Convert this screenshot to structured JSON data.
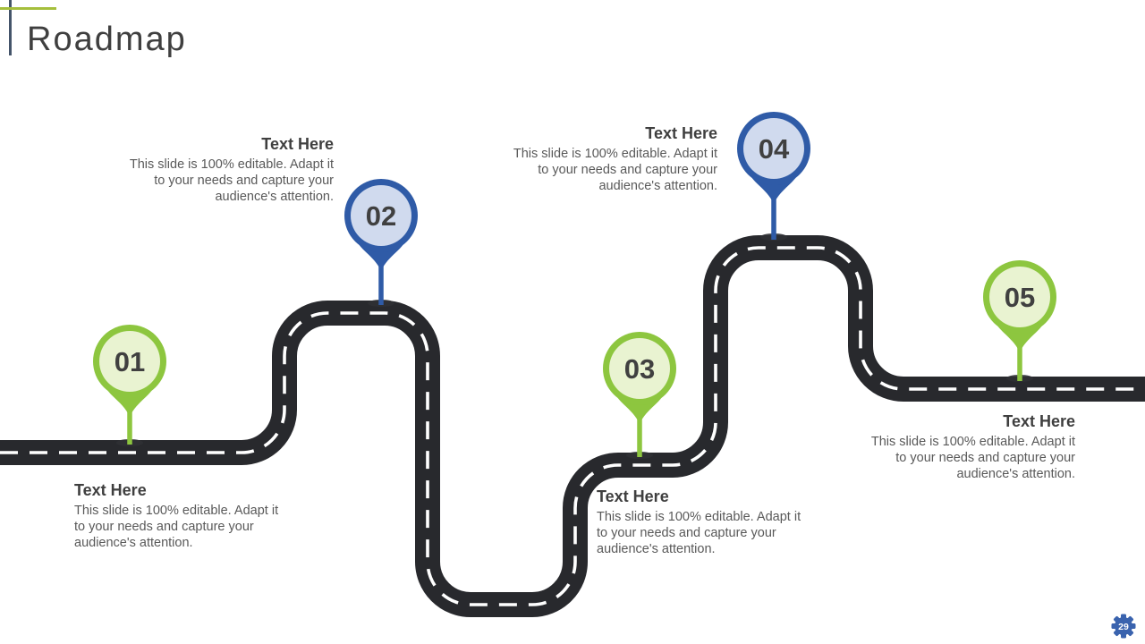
{
  "slide": {
    "title": "Roadmap",
    "page_number": "29"
  },
  "colors": {
    "background": "#ffffff",
    "road": "#28292d",
    "lane_marking": "#ffffff",
    "stem_shadow": "#2f3034",
    "green_ring": "#8dc63f",
    "green_fill": "#e9f3d1",
    "blue_ring": "#2f5ba7",
    "blue_fill": "#d0daee",
    "number_text": "#404040",
    "heading_text": "#3f3f3f",
    "body_text": "#595959",
    "accent_green_line": "#a5bf3c",
    "accent_slate_line": "#44546a",
    "page_badge": "#3a63ae",
    "page_badge_text": "#ffffff"
  },
  "milestones": [
    {
      "number": "01",
      "scheme": "green",
      "heading": "Text Here",
      "body_lines": [
        "This slide is 100% editable. Adapt it",
        "to your needs and capture your",
        "audience's attention."
      ]
    },
    {
      "number": "02",
      "scheme": "blue",
      "heading": "Text Here",
      "body_lines": [
        "This slide is 100% editable. Adapt it",
        "to your needs and capture your",
        "audience's attention."
      ]
    },
    {
      "number": "03",
      "scheme": "green",
      "heading": "Text Here",
      "body_lines": [
        "This slide is 100% editable. Adapt it",
        "to your needs and capture your",
        "audience's attention."
      ]
    },
    {
      "number": "04",
      "scheme": "blue",
      "heading": "Text Here",
      "body_lines": [
        "This slide is 100% editable. Adapt it",
        "to your needs and capture your",
        "audience's attention."
      ]
    },
    {
      "number": "05",
      "scheme": "green",
      "heading": "Text Here",
      "body_lines": [
        "This slide is 100% editable. Adapt it",
        "to your needs and capture your",
        "audience's attention."
      ]
    }
  ]
}
